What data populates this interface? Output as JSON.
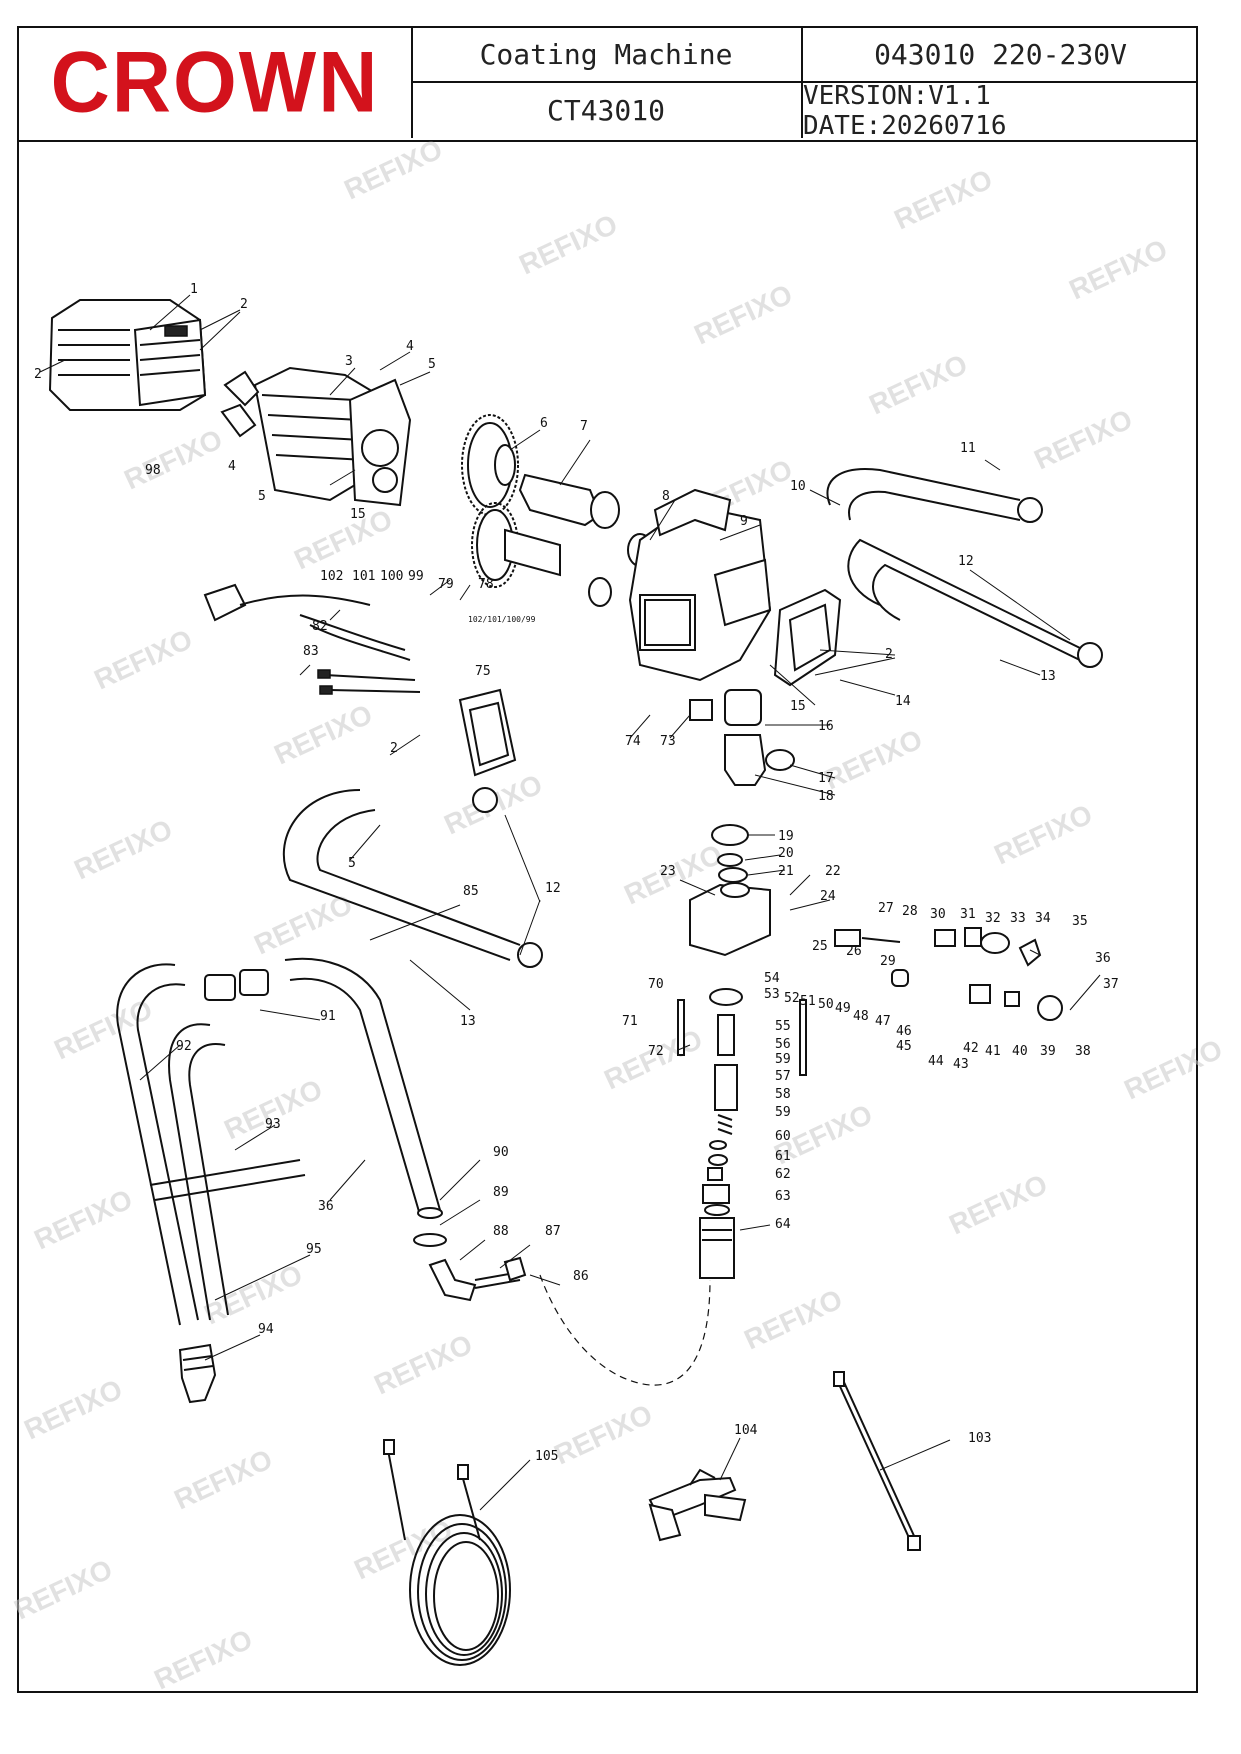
{
  "header": {
    "brand": "CROWN",
    "product_title": "Coating Machine",
    "model": "CT43010",
    "code_voltage": "043010 220-230V",
    "version_date": "VERSION:V1.1 DATE:20260716"
  },
  "watermark": "REFIXO",
  "colors": {
    "brand_red": "#d3121c",
    "line": "#111111",
    "watermark": "#c9c9c9"
  },
  "labels": {
    "l1": "1",
    "l2a": "2",
    "l2b": "2",
    "l3": "3",
    "l4a": "4",
    "l4b": "4",
    "l5a": "5",
    "l5b": "5",
    "l6": "6",
    "l7": "7",
    "l8": "8",
    "l9": "9",
    "l10": "10",
    "l11": "11",
    "l12a": "12",
    "l12b": "12",
    "l13a": "13",
    "l13b": "13",
    "l14": "14",
    "l15a": "15",
    "l15b": "15",
    "l16": "16",
    "l17": "17",
    "l18": "18",
    "l19": "19",
    "l20": "20",
    "l21": "21",
    "l22": "22",
    "l23": "23",
    "l24": "24",
    "l25": "25",
    "l26": "26",
    "l27": "27",
    "l28": "28",
    "l29": "29",
    "l30": "30",
    "l31": "31",
    "l32": "32",
    "l33": "33",
    "l34": "34",
    "l35": "35",
    "l36a": "36",
    "l36b": "36",
    "l37": "37",
    "l38": "38",
    "l39": "39",
    "l40": "40",
    "l41": "41",
    "l42": "42",
    "l43": "43",
    "l44": "44",
    "l45": "45",
    "l46": "46",
    "l47": "47",
    "l48": "48",
    "l49": "49",
    "l50": "50",
    "l51": "51",
    "l52": "52",
    "l53": "53",
    "l54": "54",
    "l55": "55",
    "l56": "56",
    "l57": "57",
    "l58": "58",
    "l59a": "59",
    "l59b": "59",
    "l60": "60",
    "l61": "61",
    "l62": "62",
    "l63": "63",
    "l64": "64",
    "l70": "70",
    "l71": "71",
    "l72": "72",
    "l73": "73",
    "l74": "74",
    "l75": "75",
    "l78": "78",
    "l79": "79",
    "l82": "82",
    "l83": "83",
    "l85": "85",
    "l86": "86",
    "l87": "87",
    "l88": "88",
    "l89": "89",
    "l90": "90",
    "l91": "91",
    "l92": "92",
    "l93": "93",
    "l94": "94",
    "l95": "95",
    "l98": "98",
    "l99": "99",
    "l100": "100",
    "l101": "101",
    "l102": "102",
    "l103": "103",
    "l104": "104",
    "l105": "105",
    "lsmall": "102/101/100/99",
    "l2c": "2",
    "l2d": "2",
    "l5c": "5"
  }
}
